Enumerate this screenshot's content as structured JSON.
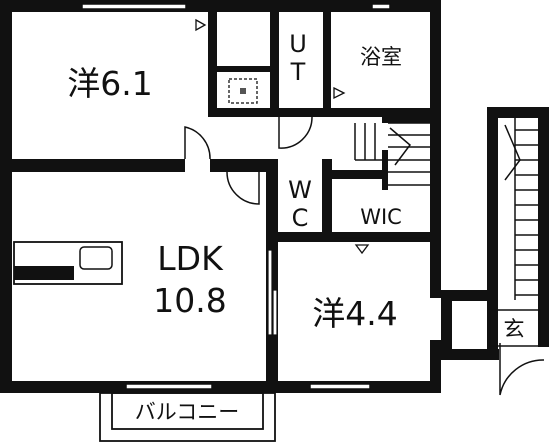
{
  "rooms": {
    "western_1": "洋6.1",
    "bath": "浴室",
    "ut_top": "U",
    "ut_bottom": "T",
    "wc_top": "W",
    "wc_bottom": "C",
    "wic": "WIC",
    "ldk_line1": "LDK",
    "ldk_line2": "10.8",
    "western_2": "洋4.4",
    "entrance": "玄",
    "balcony": "バルコニー"
  },
  "colors": {
    "wall": "#111111",
    "background": "#ffffff",
    "text": "#111111"
  }
}
